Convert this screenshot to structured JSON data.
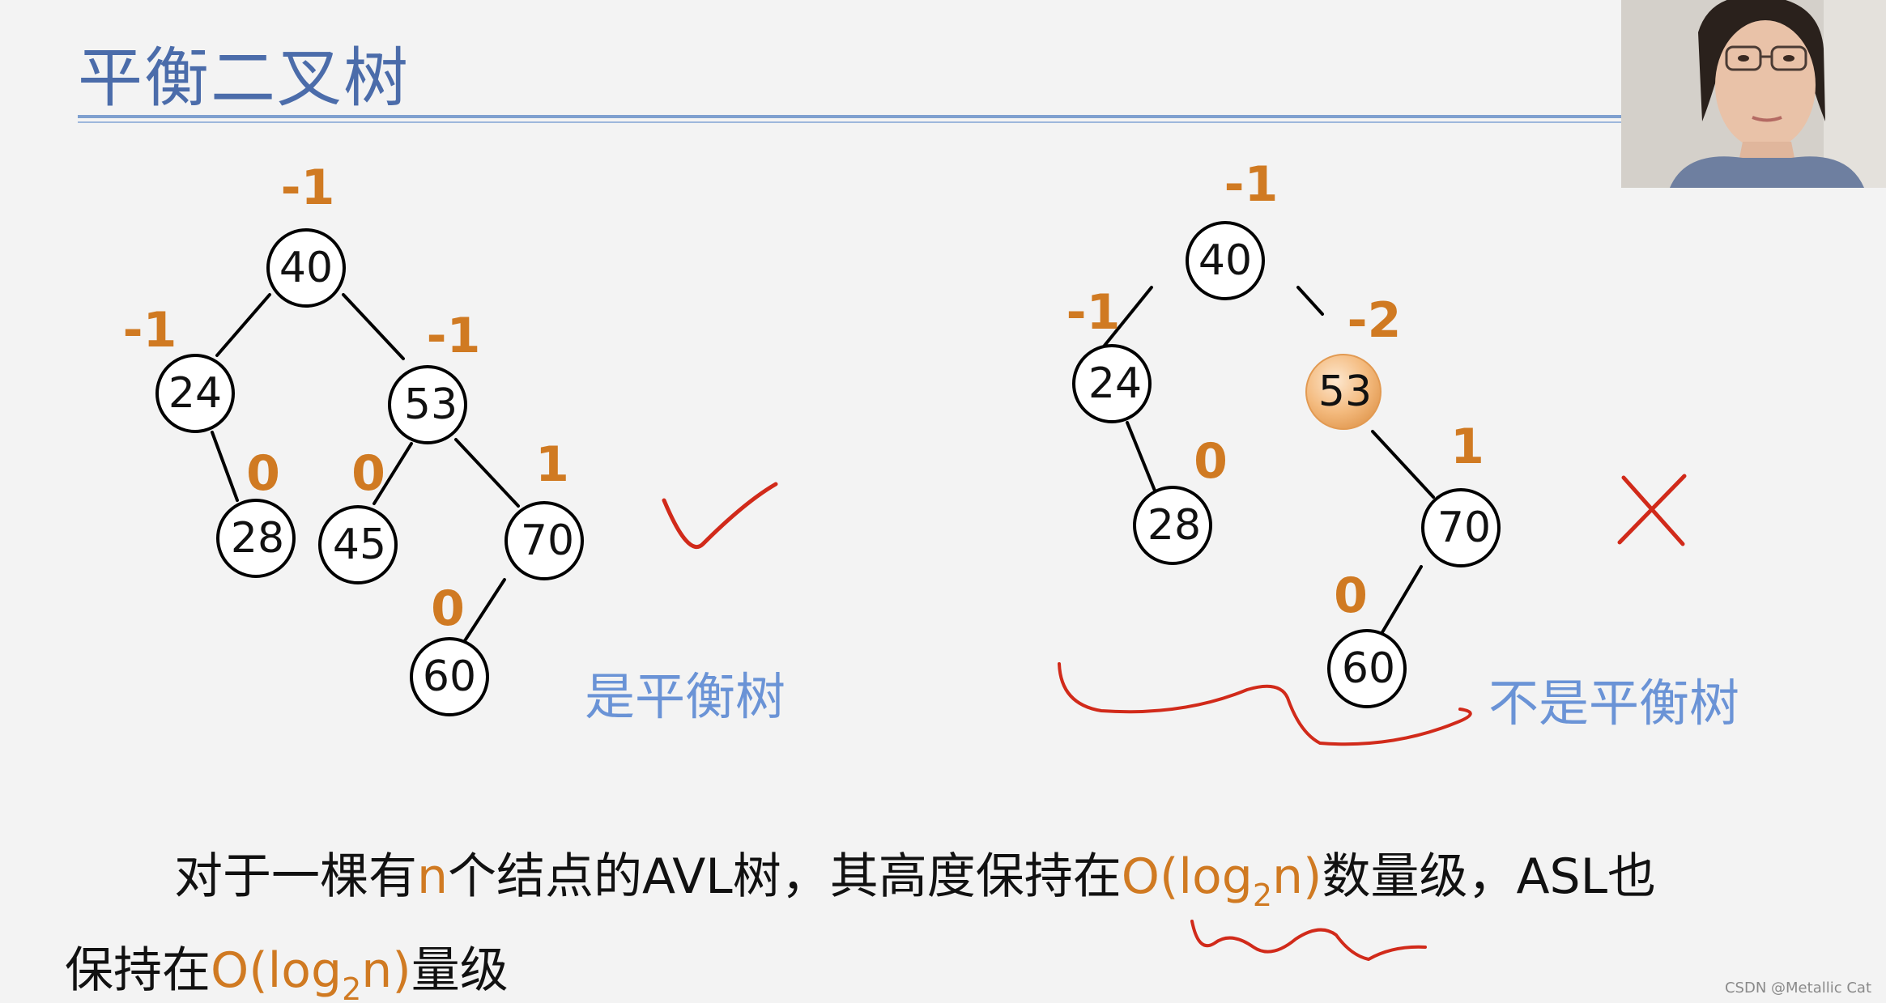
{
  "title": "平衡二叉树",
  "left_tree": {
    "nodes": [
      {
        "id": "40",
        "label": "40",
        "bf": "-1"
      },
      {
        "id": "24",
        "label": "24",
        "bf": "-1"
      },
      {
        "id": "53",
        "label": "53",
        "bf": "-1"
      },
      {
        "id": "28",
        "label": "28",
        "bf": "0"
      },
      {
        "id": "45",
        "label": "45",
        "bf": "0"
      },
      {
        "id": "70",
        "label": "70",
        "bf": "1"
      },
      {
        "id": "60",
        "label": "60",
        "bf": "0"
      }
    ],
    "edges": [
      [
        "40",
        "24"
      ],
      [
        "40",
        "53"
      ],
      [
        "24",
        "28"
      ],
      [
        "53",
        "45"
      ],
      [
        "53",
        "70"
      ],
      [
        "70",
        "60"
      ]
    ],
    "verdict": "是平衡树",
    "mark": "check"
  },
  "right_tree": {
    "nodes": [
      {
        "id": "40",
        "label": "40",
        "bf": "-1"
      },
      {
        "id": "24",
        "label": "24",
        "bf": "-1"
      },
      {
        "id": "53",
        "label": "53",
        "bf": "-2",
        "highlighted": true
      },
      {
        "id": "28",
        "label": "28",
        "bf": "0"
      },
      {
        "id": "70",
        "label": "70",
        "bf": "1"
      },
      {
        "id": "60",
        "label": "60",
        "bf": "0"
      }
    ],
    "edges": [
      [
        "40",
        "24"
      ],
      [
        "40",
        "53"
      ],
      [
        "24",
        "28"
      ],
      [
        "53",
        "70"
      ],
      [
        "70",
        "60"
      ]
    ],
    "verdict": "不是平衡树",
    "mark": "cross"
  },
  "statement": {
    "line1_a": "对于一棵有",
    "line1_n": "n",
    "line1_b": "个结点的AVL树，其高度保持在",
    "complexity_a": "O(log",
    "complexity_sub": "2",
    "complexity_b": "n)",
    "line1_c": "数量级，ASL也",
    "line2_a": "保持在",
    "line2_d": "量级"
  },
  "colors": {
    "title": "#4b6caa",
    "balance_factor": "#d07a22",
    "verdict": "#6a93d6",
    "annotation": "#d12a1a",
    "highlight_node": "#f3b878"
  },
  "watermark": "CSDN @Metallic Cat"
}
